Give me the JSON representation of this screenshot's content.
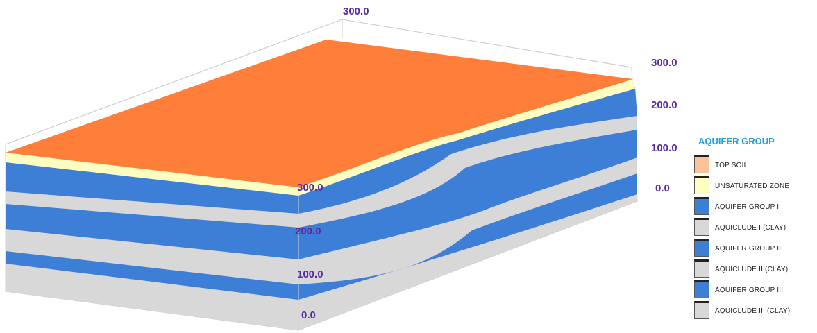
{
  "axes": {
    "right_ticks": [
      "300.0",
      "200.0",
      "100.0",
      "0.0"
    ],
    "front_ticks": [
      "300.0",
      "200.0",
      "100.0",
      "0.0"
    ],
    "top_tick": "300.0"
  },
  "legend": {
    "title": "AQUIFER GROUP",
    "items": [
      {
        "label": "TOP SOIL",
        "color": "#f9c49a"
      },
      {
        "label": "UNSATURATED ZONE",
        "color": "#fefec0"
      },
      {
        "label": "AQUIFER GROUP I",
        "color": "#3d7ed6"
      },
      {
        "label": "AQUICLUDE I   (CLAY)",
        "color": "#d8d8d8"
      },
      {
        "label": "AQUIFER GROUP II",
        "color": "#3d7ed6"
      },
      {
        "label": "AQUICLUDE II  (CLAY)",
        "color": "#d8d8d8"
      },
      {
        "label": "AQUIFER GROUP III",
        "color": "#3d7ed6"
      },
      {
        "label": "AQUICLUDE III (CLAY)",
        "color": "#d8d8d8"
      }
    ]
  },
  "colors": {
    "top_surface": "#ff7f3a",
    "unsaturated": "#fefec0",
    "aquifer": "#3d7ed6",
    "aquiclude": "#d8d8d8",
    "axis_text": "#5a2a9e",
    "legend_title": "#1ea0d8"
  }
}
